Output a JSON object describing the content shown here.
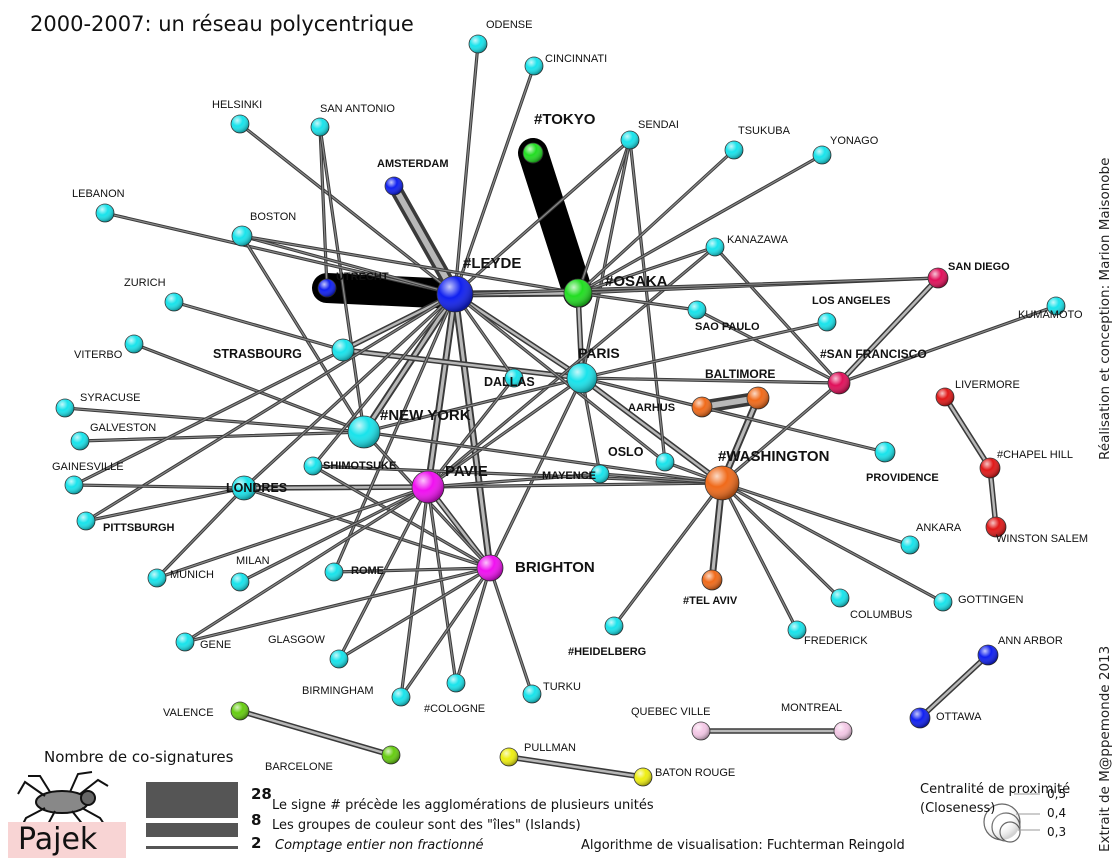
{
  "title": "2000-2007: un réseau polycentrique",
  "credit_right": "Réalisation et conception: Marion Maisonobe",
  "credit_right2": "Extrait de M@ppemonde 2013",
  "colors": {
    "cyan": "#19e3eb",
    "blue": "#1020f0",
    "green": "#22dd22",
    "magenta": "#f010f0",
    "orange": "#f06a1a",
    "red": "#e01818",
    "crimson": "#e0105a",
    "olive": "#66cc11",
    "yellow": "#eeee11",
    "pink": "#f4c8e6"
  },
  "nodes": [
    {
      "id": "odense",
      "label": "ODENSE",
      "color": "cyan"
    },
    {
      "id": "cincinnati",
      "label": "CINCINNATI",
      "color": "cyan"
    },
    {
      "id": "helsinki",
      "label": "HELSINKI",
      "color": "cyan"
    },
    {
      "id": "san_antonio",
      "label": "SAN ANTONIO",
      "color": "cyan"
    },
    {
      "id": "tokyo",
      "label": "#TOKYO",
      "color": "green"
    },
    {
      "id": "sendai",
      "label": "SENDAI",
      "color": "cyan"
    },
    {
      "id": "tsukuba",
      "label": "TSUKUBA",
      "color": "cyan"
    },
    {
      "id": "yonago",
      "label": "YONAGO",
      "color": "cyan"
    },
    {
      "id": "amsterdam",
      "label": "AMSTERDAM",
      "color": "blue"
    },
    {
      "id": "lebanon",
      "label": "LEBANON",
      "color": "cyan"
    },
    {
      "id": "boston",
      "label": "BOSTON",
      "color": "cyan"
    },
    {
      "id": "kanazawa",
      "label": "KANAZAWA",
      "color": "cyan"
    },
    {
      "id": "utrecht",
      "label": "UTRECHT",
      "color": "blue"
    },
    {
      "id": "leyde",
      "label": "#LEYDE",
      "color": "blue"
    },
    {
      "id": "osaka",
      "label": "#OSAKA",
      "color": "green"
    },
    {
      "id": "san_diego",
      "label": "SAN DIEGO",
      "color": "crimson"
    },
    {
      "id": "zurich",
      "label": "ZURICH",
      "color": "cyan"
    },
    {
      "id": "los_angeles",
      "label": "LOS ANGELES",
      "color": "cyan"
    },
    {
      "id": "kumamoto",
      "label": "KUMAMOTO",
      "color": "cyan"
    },
    {
      "id": "sao_paulo",
      "label": "SAO PAULO",
      "color": "cyan"
    },
    {
      "id": "viterbo",
      "label": "VITERBO",
      "color": "cyan"
    },
    {
      "id": "strasbourg",
      "label": "STRASBOURG",
      "color": "cyan"
    },
    {
      "id": "paris",
      "label": "PARIS",
      "color": "cyan"
    },
    {
      "id": "san_francisco",
      "label": "#SAN FRANCISCO",
      "color": "crimson"
    },
    {
      "id": "dallas",
      "label": "DALLAS",
      "color": "cyan"
    },
    {
      "id": "baltimore",
      "label": "BALTIMORE",
      "color": "orange"
    },
    {
      "id": "livermore",
      "label": "LIVERMORE",
      "color": "red"
    },
    {
      "id": "syracuse",
      "label": "SYRACUSE",
      "color": "cyan"
    },
    {
      "id": "aarhus",
      "label": "AARHUS",
      "color": "orange"
    },
    {
      "id": "new_york",
      "label": "#NEW YORK",
      "color": "cyan"
    },
    {
      "id": "galveston",
      "label": "GALVESTON",
      "color": "cyan"
    },
    {
      "id": "chapel_hill",
      "label": "#CHAPEL HILL",
      "color": "red"
    },
    {
      "id": "oslo",
      "label": "OSLO",
      "color": "cyan"
    },
    {
      "id": "gainesville",
      "label": "GAINESVILLE",
      "color": "cyan"
    },
    {
      "id": "shimotsuke",
      "label": "SHIMOTSUKE",
      "color": "cyan"
    },
    {
      "id": "mayence",
      "label": "MAYENCE",
      "color": "cyan"
    },
    {
      "id": "washington",
      "label": "#WASHINGTON",
      "color": "orange"
    },
    {
      "id": "providence",
      "label": "PROVIDENCE",
      "color": "cyan"
    },
    {
      "id": "londres",
      "label": "LONDRES",
      "color": "cyan"
    },
    {
      "id": "pavie",
      "label": "PAVIE",
      "color": "magenta"
    },
    {
      "id": "pittsburgh",
      "label": "PITTSBURGH",
      "color": "cyan"
    },
    {
      "id": "winston_salem",
      "label": "WINSTON SALEM",
      "color": "red"
    },
    {
      "id": "ankara",
      "label": "ANKARA",
      "color": "cyan"
    },
    {
      "id": "milan",
      "label": "MILAN",
      "color": "cyan"
    },
    {
      "id": "munich",
      "label": "MUNICH",
      "color": "cyan"
    },
    {
      "id": "rome",
      "label": "ROME",
      "color": "cyan"
    },
    {
      "id": "brighton",
      "label": "BRIGHTON",
      "color": "magenta"
    },
    {
      "id": "tel_aviv",
      "label": "#TEL AVIV",
      "color": "orange"
    },
    {
      "id": "columbus",
      "label": "COLUMBUS",
      "color": "cyan"
    },
    {
      "id": "gottingen",
      "label": "GOTTINGEN",
      "color": "cyan"
    },
    {
      "id": "gene",
      "label": "GENE",
      "color": "cyan"
    },
    {
      "id": "glasgow",
      "label": "GLASGOW",
      "color": "cyan"
    },
    {
      "id": "heidelberg",
      "label": "#HEIDELBERG",
      "color": "cyan"
    },
    {
      "id": "frederick",
      "label": "FREDERICK",
      "color": "cyan"
    },
    {
      "id": "ann_arbor",
      "label": "ANN ARBOR",
      "color": "blue"
    },
    {
      "id": "birmingham",
      "label": "BIRMINGHAM",
      "color": "cyan"
    },
    {
      "id": "cologne",
      "label": "#COLOGNE",
      "color": "cyan"
    },
    {
      "id": "turku",
      "label": "TURKU",
      "color": "cyan"
    },
    {
      "id": "ottawa",
      "label": "OTTAWA",
      "color": "blue"
    },
    {
      "id": "valence",
      "label": "VALENCE",
      "color": "olive"
    },
    {
      "id": "barcelone",
      "label": "BARCELONE",
      "color": "olive"
    },
    {
      "id": "quebec_ville",
      "label": "QUEBEC VILLE",
      "color": "pink"
    },
    {
      "id": "montreal",
      "label": "MONTREAL",
      "color": "pink"
    },
    {
      "id": "pullman",
      "label": "PULLMAN",
      "color": "yellow"
    },
    {
      "id": "baton_rouge",
      "label": "BATON ROUGE",
      "color": "yellow"
    }
  ],
  "edges": [
    {
      "from": "utrecht",
      "to": "leyde",
      "w": 28
    },
    {
      "from": "tokyo",
      "to": "osaka",
      "w": 28
    },
    {
      "from": "amsterdam",
      "to": "leyde",
      "w": 8
    },
    {
      "from": "aarhus",
      "to": "baltimore",
      "w": 8
    },
    {
      "from": "baltimore",
      "to": "washington",
      "w": 4
    },
    {
      "from": "washington",
      "to": "tel_aviv",
      "w": 4
    },
    {
      "from": "leyde",
      "to": "osaka",
      "w": 4
    },
    {
      "from": "leyde",
      "to": "pavie",
      "w": 4
    },
    {
      "from": "leyde",
      "to": "brighton",
      "w": 4
    },
    {
      "from": "leyde",
      "to": "new_york",
      "w": 4
    },
    {
      "from": "leyde",
      "to": "strasbourg",
      "w": 3
    },
    {
      "from": "strasbourg",
      "to": "paris",
      "w": 3
    },
    {
      "from": "paris",
      "to": "washington",
      "w": 3
    },
    {
      "from": "pavie",
      "to": "brighton",
      "w": 3
    },
    {
      "from": "londres",
      "to": "pavie",
      "w": 3
    },
    {
      "from": "san_diego",
      "to": "san_francisco",
      "w": 3
    },
    {
      "from": "leyde",
      "to": "paris",
      "w": 3
    },
    {
      "from": "osaka",
      "to": "paris",
      "w": 3
    },
    {
      "from": "odense",
      "to": "leyde",
      "w": 2
    },
    {
      "from": "cincinnati",
      "to": "leyde",
      "w": 2
    },
    {
      "from": "helsinki",
      "to": "leyde",
      "w": 2
    },
    {
      "from": "san_antonio",
      "to": "utrecht",
      "w": 2
    },
    {
      "from": "san_antonio",
      "to": "new_york",
      "w": 2
    },
    {
      "from": "sendai",
      "to": "leyde",
      "w": 2
    },
    {
      "from": "sendai",
      "to": "osaka",
      "w": 2
    },
    {
      "from": "sendai",
      "to": "paris",
      "w": 2
    },
    {
      "from": "sendai",
      "to": "oslo",
      "w": 2
    },
    {
      "from": "tsukuba",
      "to": "osaka",
      "w": 2
    },
    {
      "from": "yonago",
      "to": "osaka",
      "w": 2
    },
    {
      "from": "lebanon",
      "to": "leyde",
      "w": 2
    },
    {
      "from": "boston",
      "to": "leyde",
      "w": 2
    },
    {
      "from": "boston",
      "to": "new_york",
      "w": 2
    },
    {
      "from": "boston",
      "to": "osaka",
      "w": 2
    },
    {
      "from": "kanazawa",
      "to": "osaka",
      "w": 2
    },
    {
      "from": "kanazawa",
      "to": "san_francisco",
      "w": 2
    },
    {
      "from": "kanazawa",
      "to": "pavie",
      "w": 2
    },
    {
      "from": "osaka",
      "to": "san_diego",
      "w": 2
    },
    {
      "from": "zurich",
      "to": "strasbourg",
      "w": 2
    },
    {
      "from": "los_angeles",
      "to": "osaka",
      "w": 2
    },
    {
      "from": "los_angeles",
      "to": "san_francisco",
      "w": 2
    },
    {
      "from": "sao_paulo",
      "to": "paris",
      "w": 2
    },
    {
      "from": "kumamoto",
      "to": "san_francisco",
      "w": 2
    },
    {
      "from": "viterbo",
      "to": "new_york",
      "w": 2
    },
    {
      "from": "syracuse",
      "to": "new_york",
      "w": 2
    },
    {
      "from": "galveston",
      "to": "new_york",
      "w": 2
    },
    {
      "from": "gainesville",
      "to": "strasbourg",
      "w": 2
    },
    {
      "from": "pittsburgh",
      "to": "leyde",
      "w": 2
    },
    {
      "from": "paris",
      "to": "san_francisco",
      "w": 2
    },
    {
      "from": "paris",
      "to": "new_york",
      "w": 2
    },
    {
      "from": "paris",
      "to": "pavie",
      "w": 2
    },
    {
      "from": "paris",
      "to": "mayence",
      "w": 2
    },
    {
      "from": "paris",
      "to": "providence",
      "w": 2
    },
    {
      "from": "paris",
      "to": "brighton",
      "w": 2
    },
    {
      "from": "dallas",
      "to": "leyde",
      "w": 2
    },
    {
      "from": "dallas",
      "to": "pavie",
      "w": 2
    },
    {
      "from": "leyde",
      "to": "oslo",
      "w": 2
    },
    {
      "from": "leyde",
      "to": "shimotsuke",
      "w": 2
    },
    {
      "from": "leyde",
      "to": "londres",
      "w": 2
    },
    {
      "from": "leyde",
      "to": "rome",
      "w": 2
    },
    {
      "from": "leyde",
      "to": "san_diego",
      "w": 2
    },
    {
      "from": "new_york",
      "to": "washington",
      "w": 2
    },
    {
      "from": "new_york",
      "to": "brighton",
      "w": 2
    },
    {
      "from": "shimotsuke",
      "to": "brighton",
      "w": 2
    },
    {
      "from": "londres",
      "to": "brighton",
      "w": 2
    },
    {
      "from": "pavie",
      "to": "washington",
      "w": 2
    },
    {
      "from": "pavie",
      "to": "milan",
      "w": 2
    },
    {
      "from": "pavie",
      "to": "munich",
      "w": 2
    },
    {
      "from": "pavie",
      "to": "gene",
      "w": 2
    },
    {
      "from": "pavie",
      "to": "glasgow",
      "w": 2
    },
    {
      "from": "pavie",
      "to": "birmingham",
      "w": 2
    },
    {
      "from": "pavie",
      "to": "cologne",
      "w": 2
    },
    {
      "from": "pavie",
      "to": "mayence",
      "w": 2
    },
    {
      "from": "brighton",
      "to": "glasgow",
      "w": 2
    },
    {
      "from": "brighton",
      "to": "birmingham",
      "w": 2
    },
    {
      "from": "brighton",
      "to": "cologne",
      "w": 2
    },
    {
      "from": "brighton",
      "to": "turku",
      "w": 2
    },
    {
      "from": "brighton",
      "to": "rome",
      "w": 2
    },
    {
      "from": "brighton",
      "to": "gene",
      "w": 2
    },
    {
      "from": "londres",
      "to": "pittsburgh",
      "w": 2
    },
    {
      "from": "londres",
      "to": "gainesville",
      "w": 2
    },
    {
      "from": "londres",
      "to": "munich",
      "w": 2
    },
    {
      "from": "washington",
      "to": "heidelberg",
      "w": 2
    },
    {
      "from": "washington",
      "to": "ankara",
      "w": 2
    },
    {
      "from": "washington",
      "to": "columbus",
      "w": 2
    },
    {
      "from": "washington",
      "to": "gottingen",
      "w": 2
    },
    {
      "from": "washington",
      "to": "frederick",
      "w": 2
    },
    {
      "from": "washington",
      "to": "san_francisco",
      "w": 2
    },
    {
      "from": "washington",
      "to": "oslo",
      "w": 2
    },
    {
      "from": "washington",
      "to": "shimotsuke",
      "w": 2
    },
    {
      "from": "washington",
      "to": "mayence",
      "w": 2
    },
    {
      "from": "livermore",
      "to": "chapel_hill",
      "w": 3
    },
    {
      "from": "chapel_hill",
      "to": "winston_salem",
      "w": 3
    },
    {
      "from": "ann_arbor",
      "to": "ottawa",
      "w": 3
    },
    {
      "from": "valence",
      "to": "barcelone",
      "w": 3
    },
    {
      "from": "quebec_ville",
      "to": "montreal",
      "w": 3
    },
    {
      "from": "pullman",
      "to": "baton_rouge",
      "w": 3
    }
  ],
  "legend": {
    "cosign_title": "Nombre de co-signatures",
    "cosign_values": [
      "28",
      "8",
      "2"
    ],
    "note1": "Le signe # précède les agglomérations de plusieurs unités",
    "note2": "Les groupes de couleur sont des \"îles\" (Islands)",
    "note3": "Comptage entier non fractionné",
    "algo": "Algorithme de visualisation: Fuchterman Reingold",
    "closeness_title": "Centralité de proximité",
    "closeness_sub": "(Closeness)",
    "closeness_values": [
      "0,5",
      "0,4",
      "0,3"
    ],
    "logo": "Pajek"
  }
}
